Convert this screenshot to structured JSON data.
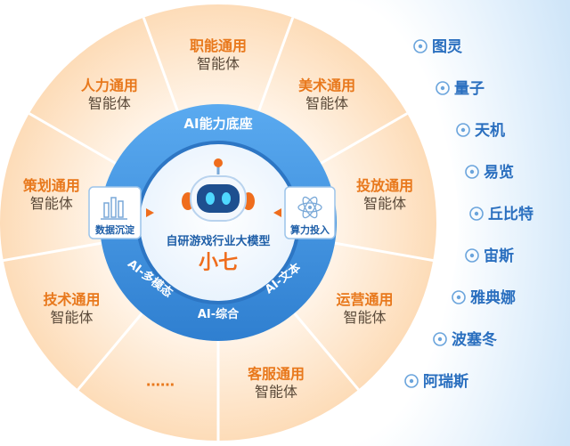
{
  "segments": [
    {
      "line1": "职能通用",
      "line2": "智能体"
    },
    {
      "line1": "美术通用",
      "line2": "智能体"
    },
    {
      "line1": "投放通用",
      "line2": "智能体"
    },
    {
      "line1": "运营通用",
      "line2": "智能体"
    },
    {
      "line1": "客服通用",
      "line2": "智能体"
    },
    {
      "line1": "……",
      "line2": ""
    },
    {
      "line1": "技术通用",
      "line2": "智能体"
    },
    {
      "line1": "策划通用",
      "line2": "智能体"
    },
    {
      "line1": "人力通用",
      "line2": "智能体"
    }
  ],
  "ring": {
    "title": "AI能力底座",
    "left": "AI-多模态",
    "bottom": "AI-综合",
    "right": "AI-文本"
  },
  "core": {
    "subtitle": "自研游戏行业大模型",
    "name": "小七",
    "left_box": "数据沉淀",
    "right_box": "算力投入"
  },
  "right_list": [
    {
      "label": "图灵",
      "icon": "brain-icon"
    },
    {
      "label": "量子",
      "icon": "cube-icon"
    },
    {
      "label": "天机",
      "icon": "cycle-icon"
    },
    {
      "label": "易览",
      "icon": "bell-icon"
    },
    {
      "label": "丘比特",
      "icon": "dots-icon"
    },
    {
      "label": "宙斯",
      "icon": "gamepad-icon"
    },
    {
      "label": "雅典娜",
      "icon": "pulse-icon"
    },
    {
      "label": "波塞冬",
      "icon": "gauge-icon"
    },
    {
      "label": "阿瑞斯",
      "icon": "user-icon"
    }
  ],
  "colors": {
    "segment_fill": "#fde6cc",
    "segment_text": "#e8781c",
    "ring_blue": "#3a8fdd",
    "accent_orange": "#ef6d1d",
    "side_panel": "#d7ebfb",
    "list_text": "#2a6fbf"
  }
}
